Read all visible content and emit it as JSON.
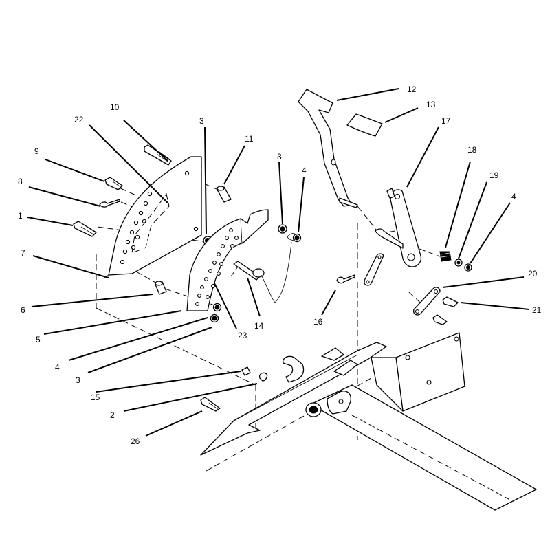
{
  "callouts": [
    {
      "id": "c12",
      "text": "12"
    },
    {
      "id": "c13",
      "text": "13"
    },
    {
      "id": "c17",
      "text": "17"
    },
    {
      "id": "c10",
      "text": "10"
    },
    {
      "id": "c22",
      "text": "22"
    },
    {
      "id": "c3a",
      "text": "3"
    },
    {
      "id": "c11",
      "text": "11"
    },
    {
      "id": "c3b",
      "text": "3"
    },
    {
      "id": "c4a",
      "text": "4"
    },
    {
      "id": "c18",
      "text": "18"
    },
    {
      "id": "c19",
      "text": "19"
    },
    {
      "id": "c4b",
      "text": "4"
    },
    {
      "id": "c9",
      "text": "9"
    },
    {
      "id": "c8",
      "text": "8"
    },
    {
      "id": "c1",
      "text": "1"
    },
    {
      "id": "c7",
      "text": "7"
    },
    {
      "id": "c20",
      "text": "20"
    },
    {
      "id": "c21",
      "text": "21"
    },
    {
      "id": "c6",
      "text": "6"
    },
    {
      "id": "c14",
      "text": "14"
    },
    {
      "id": "c16",
      "text": "16"
    },
    {
      "id": "c23",
      "text": "23"
    },
    {
      "id": "c5",
      "text": "5"
    },
    {
      "id": "c4c",
      "text": "4"
    },
    {
      "id": "c3c",
      "text": "3"
    },
    {
      "id": "c15",
      "text": "15"
    },
    {
      "id": "c2",
      "text": "2"
    },
    {
      "id": "c26",
      "text": "26"
    }
  ]
}
